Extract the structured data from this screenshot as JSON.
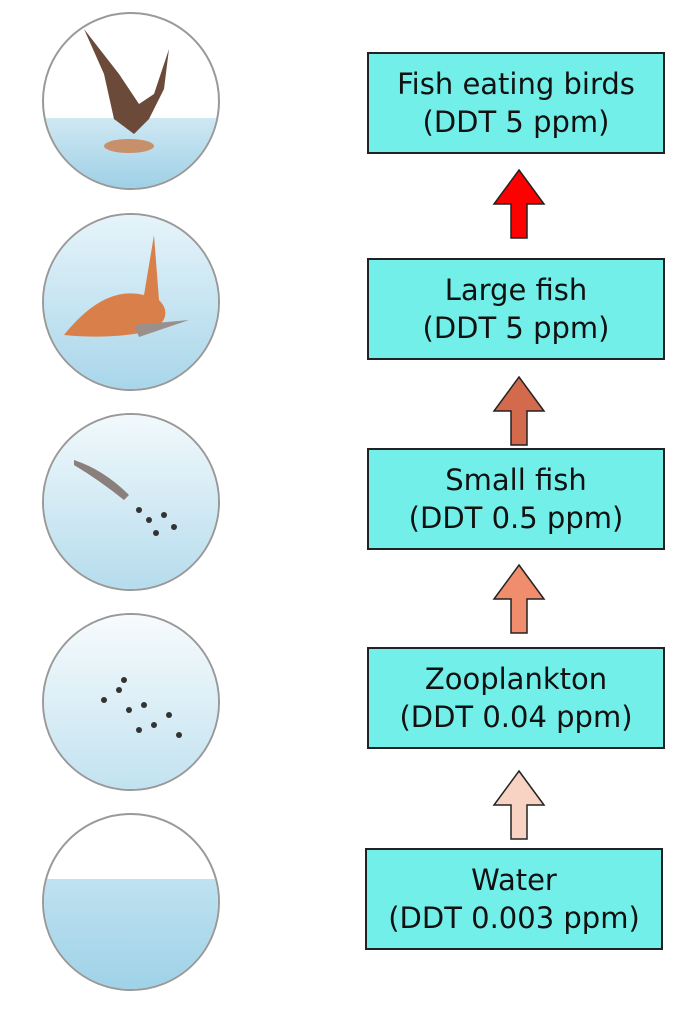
{
  "levels": [
    {
      "name": "Fish eating birds",
      "ddt": "(DDT 5 ppm)",
      "illustration": "osprey-icon",
      "arrow_color": "#ff0000"
    },
    {
      "name": "Large fish",
      "ddt": "(DDT 5 ppm)",
      "illustration": "large-fish-icon",
      "arrow_color": "#d36a4c"
    },
    {
      "name": "Small fish",
      "ddt": "(DDT 0.5 ppm)",
      "illustration": "small-fish-icon",
      "arrow_color": "#ef8d6c"
    },
    {
      "name": "Zooplankton",
      "ddt": "(DDT 0.04 ppm)",
      "illustration": "zooplankton-icon",
      "arrow_color": "#f8d2c2"
    },
    {
      "name": "Water",
      "ddt": "(DDT 0.003 ppm)",
      "illustration": "water-icon"
    }
  ],
  "colors": {
    "box": "#72efe9"
  }
}
